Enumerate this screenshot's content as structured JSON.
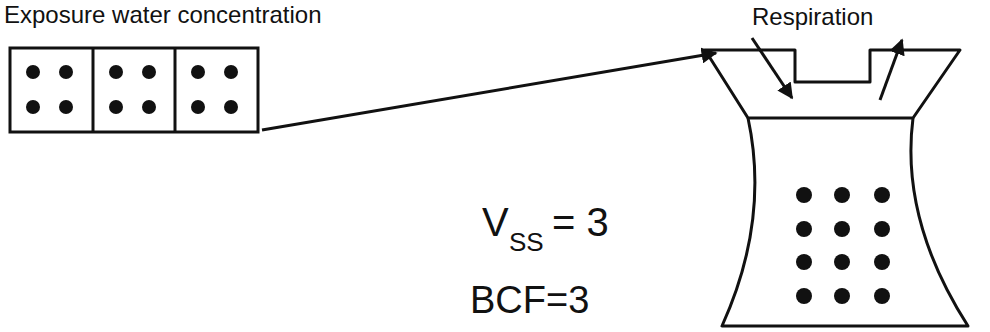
{
  "diagram": {
    "labels": [
      "Exposure water concentration",
      "Respiration",
      "V",
      "SS",
      "= 3",
      "BCF=3"
    ]
  }
}
